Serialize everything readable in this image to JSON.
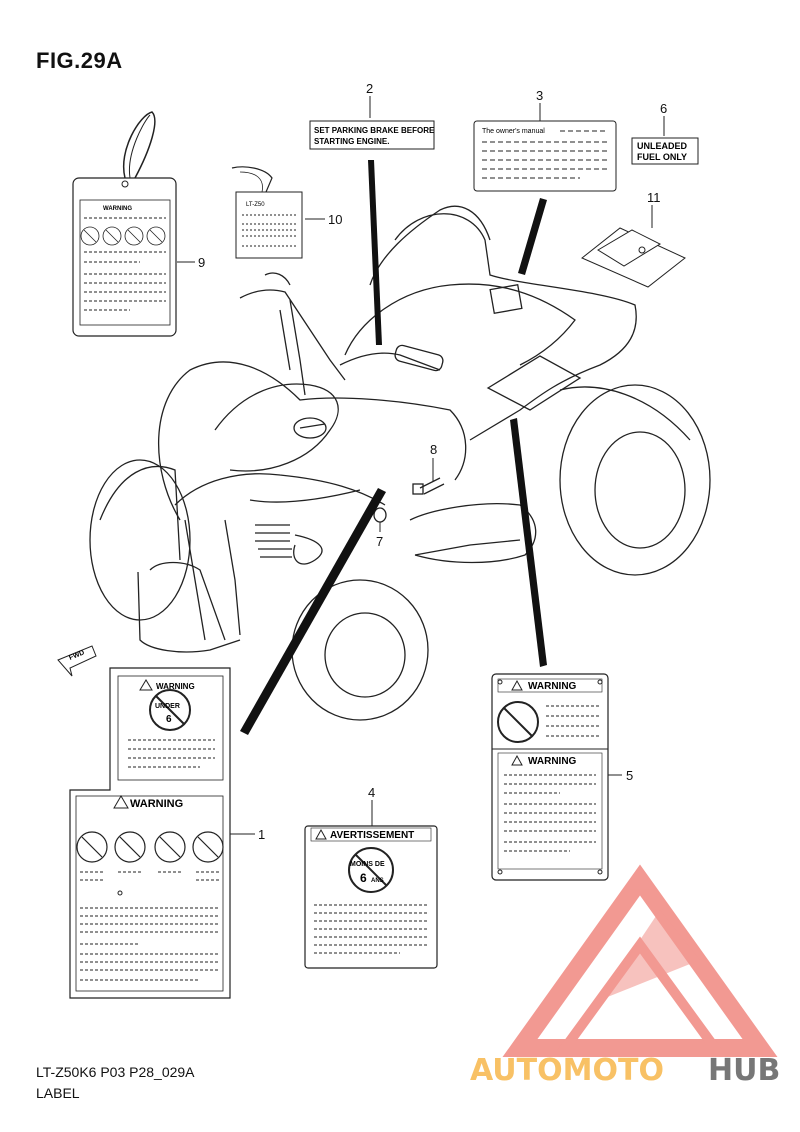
{
  "figure": {
    "title": "FIG.29A",
    "code": "LT-Z50K6 P03 P28_029A",
    "name": "LABEL"
  },
  "callouts": [
    "1",
    "2",
    "3",
    "4",
    "5",
    "6",
    "7",
    "8",
    "9",
    "10",
    "11"
  ],
  "labels": {
    "parking_brake_line1": "SET PARKING BRAKE BEFORE",
    "parking_brake_line2": "STARTING ENGINE.",
    "owners_manual": "The owner's manual",
    "unleaded_line1": "UNLEADED",
    "unleaded_line2": "FUEL ONLY",
    "warning": "WARNING",
    "avertissement": "AVERTISSEMENT",
    "under": "UNDER",
    "under_age": "6",
    "moins_de": "MOINS DE",
    "ans_age": "6",
    "ans": "ANS",
    "tag_model": "LT-Z50",
    "fwd": "FWD"
  },
  "watermark": {
    "part1": "AUTOMOTO",
    "part2": "HUB",
    "color_accent": "#e8463a",
    "color_orange": "#f5a623",
    "color_gray": "#555555"
  }
}
